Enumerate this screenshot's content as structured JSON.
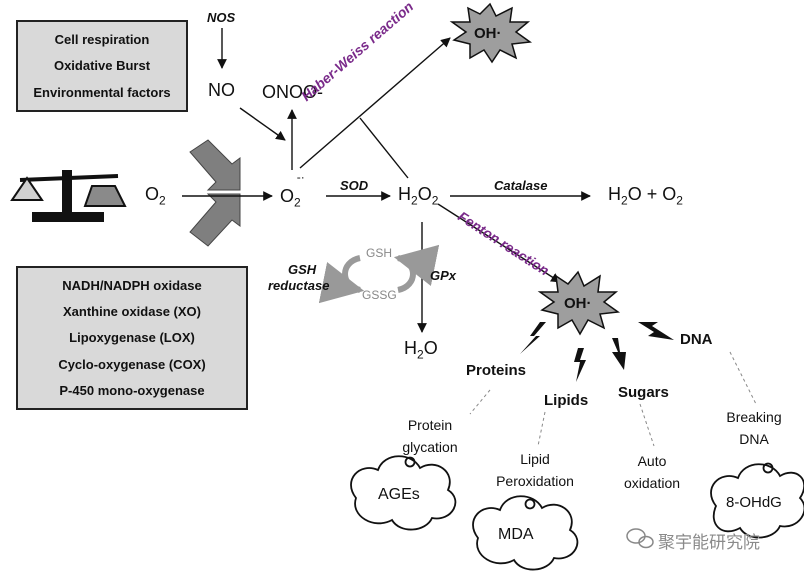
{
  "sources_top": {
    "items": [
      "Cell respiration",
      "Oxidative Burst",
      "Environmental factors"
    ]
  },
  "sources_bottom": {
    "items": [
      "NADH/NADPH oxidase",
      "Xanthine oxidase (XO)",
      "Lipoxygenase (LOX)",
      "Cyclo-oxygenase (COX)",
      "P-450 mono-oxygenase"
    ]
  },
  "species": {
    "nos": "NOS",
    "no": "NO",
    "onoo": "ONOO-",
    "o2": "O",
    "o2_sub": "2",
    "superoxide": "O",
    "superoxide_sub": "2",
    "superoxide_sup": "-·",
    "h2o2_a": "H",
    "h2o2_sub1": "2",
    "h2o2_b": "O",
    "h2o2_sub2": "2",
    "products_a": "H",
    "products_sub1": "2",
    "products_b": "O + O",
    "products_sub2": "2",
    "water_a": "H",
    "water_sub": "2",
    "water_b": "O",
    "oh_top": "OH·",
    "oh_mid": "OH·"
  },
  "enzymes": {
    "sod": "SOD",
    "catalase": "Catalase",
    "gpx": "GPx",
    "gsh_reductase_1": "GSH",
    "gsh_reductase_2": "reductase",
    "gsh": "GSH",
    "gssg": "GSSG"
  },
  "reactions": {
    "haber_weiss": "Haber-Weiss reaction",
    "fenton": "Fenton reaction"
  },
  "targets": {
    "proteins": "Proteins",
    "lipids": "Lipids",
    "sugars": "Sugars",
    "dna": "DNA"
  },
  "damage": {
    "protein_1": "Protein",
    "protein_2": "glycation",
    "lipid_1": "Lipid",
    "lipid_2": "Peroxidation",
    "auto_1": "Auto",
    "auto_2": "oxidation",
    "dna_1": "Breaking",
    "dna_2": "DNA"
  },
  "markers": {
    "ages": "AGEs",
    "mda": "MDA",
    "ohdg": "8-OHdG"
  },
  "watermark": "聚宇能研究院",
  "icons": [
    "balance-scale-icon",
    "wechat-icon"
  ]
}
